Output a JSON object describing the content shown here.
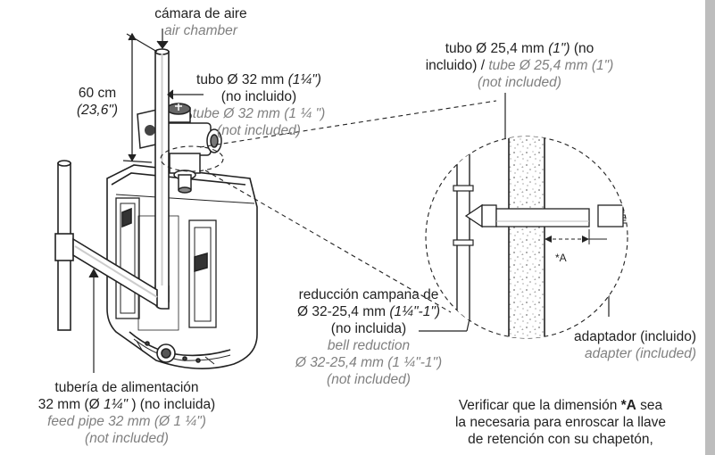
{
  "labels": {
    "air_chamber": {
      "es": "cámara de aire",
      "en": "air chamber"
    },
    "height": {
      "value": "60 cm",
      "alt": "(23,6\")"
    },
    "pipe32": {
      "es_a": "tubo Ø 32 mm ",
      "es_a_it": "(1¼\")",
      "es_b": "(no incluido)",
      "en_a": "tube Ø 32 mm (1 ¼ \")",
      "en_b": "(not included)"
    },
    "pipe25": {
      "es_a": "tubo Ø 25,4 mm ",
      "es_a_it": "(1\")",
      "es_a_tail": " (no",
      "es_b": "incluido) / ",
      "en_b_inline": "tube Ø 25,4 mm (1\")",
      "en_c": "(not included)"
    },
    "reduction": {
      "es_a": "reducción campana de",
      "es_b": "Ø 32-25,4 mm ",
      "es_b_it": "(1¼\"-1\")",
      "es_c": "(no incluida)",
      "en_a": "bell reduction",
      "en_b": "Ø 32-25,4 mm (1 ¼\"-1\")",
      "en_c": "(not included)"
    },
    "feed": {
      "es_a": "tubería de alimentación",
      "es_b": "32 mm (Ø ",
      "es_b_it": "1¼\"",
      "es_b_tail": " ) (no incluida)",
      "en_a": "feed pipe 32 mm (Ø 1 ¼\")",
      "en_b": "(not included)"
    },
    "adapter": {
      "es": "adaptador (incluido)",
      "en": "adapter (included)"
    },
    "dimension_mark": "*A",
    "note": {
      "line1_a": "Verificar que la dimensión ",
      "line1_b": "*A",
      "line1_c": " sea",
      "line2": "la necesaria para enroscar la llave",
      "line3": "de retención con su chapetón,"
    }
  },
  "colors": {
    "line": "#222222",
    "secondary_text": "#808080",
    "sidebar": "#bdbdbd"
  }
}
